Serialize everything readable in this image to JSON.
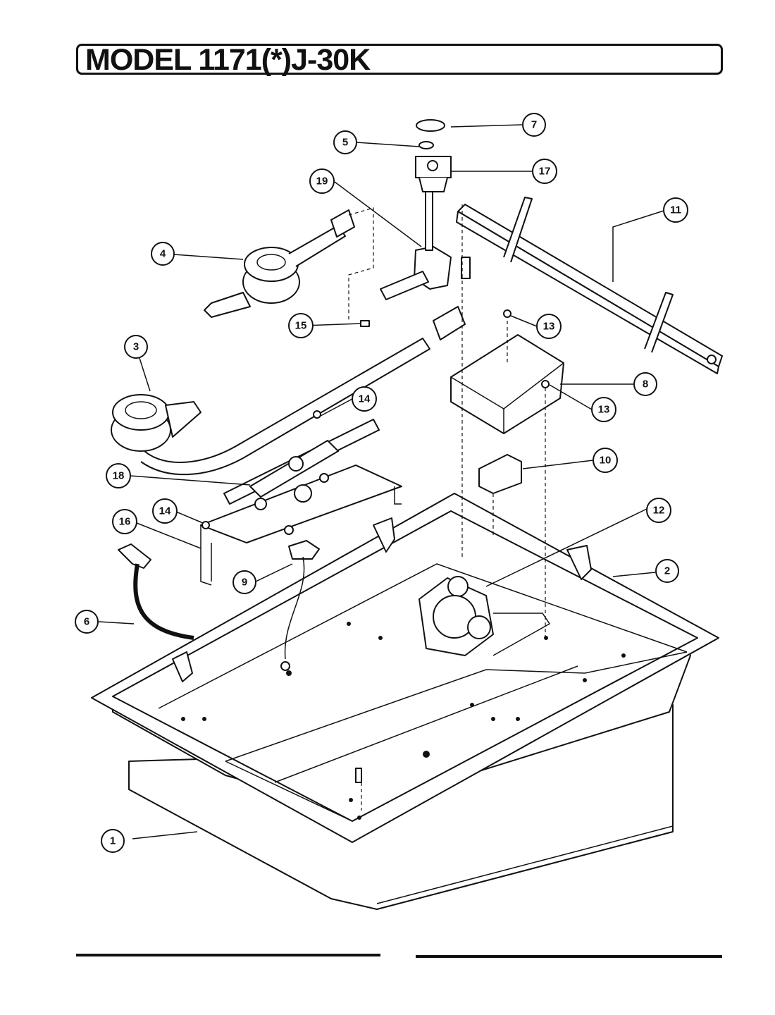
{
  "title": "MODEL 1171(*)J-30K",
  "callouts": [
    {
      "id": "1",
      "label": "1"
    },
    {
      "id": "2",
      "label": "2"
    },
    {
      "id": "3",
      "label": "3"
    },
    {
      "id": "4",
      "label": "4"
    },
    {
      "id": "5",
      "label": "5"
    },
    {
      "id": "6",
      "label": "6"
    },
    {
      "id": "7",
      "label": "7"
    },
    {
      "id": "8",
      "label": "8"
    },
    {
      "id": "9",
      "label": "9"
    },
    {
      "id": "10",
      "label": "10"
    },
    {
      "id": "11",
      "label": "11"
    },
    {
      "id": "12",
      "label": "12"
    },
    {
      "id": "13a",
      "label": "13"
    },
    {
      "id": "13b",
      "label": "13"
    },
    {
      "id": "14a",
      "label": "14"
    },
    {
      "id": "14b",
      "label": "14"
    },
    {
      "id": "15",
      "label": "15"
    },
    {
      "id": "16",
      "label": "16"
    },
    {
      "id": "17",
      "label": "17"
    },
    {
      "id": "18",
      "label": "18"
    },
    {
      "id": "19",
      "label": "19"
    }
  ]
}
